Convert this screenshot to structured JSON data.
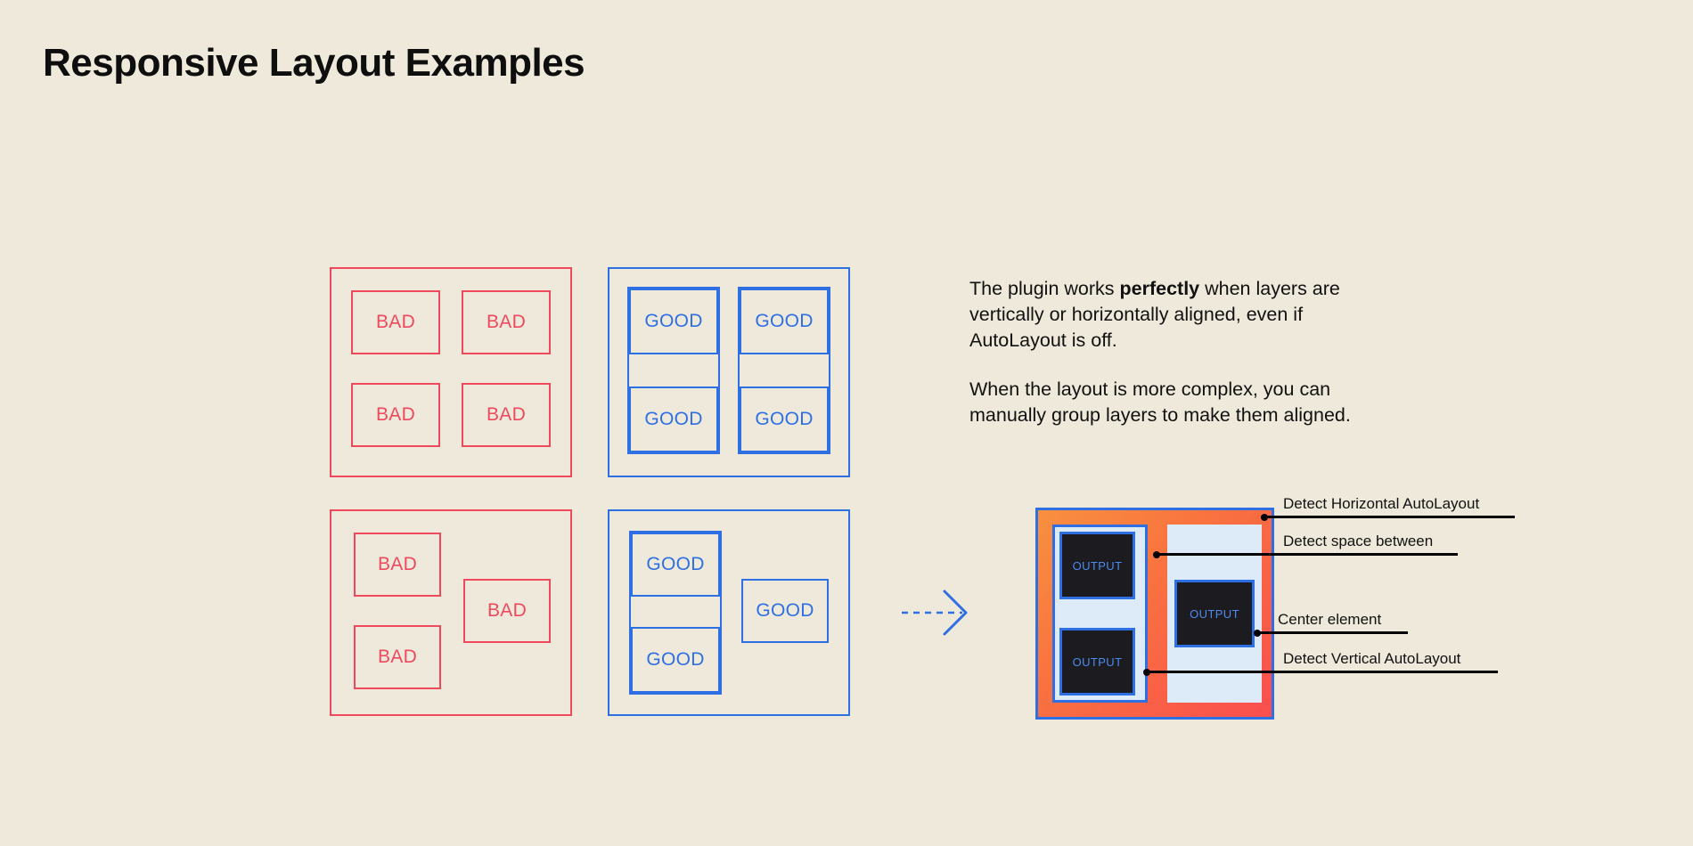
{
  "page": {
    "title": "Responsive Layout Examples",
    "background_color": "#EFE9DB"
  },
  "colors": {
    "bad": "#F0495E",
    "good": "#2F6FE4",
    "text": "#111111",
    "annotation": "#000000",
    "output_box": "#1B1B20",
    "output_text": "#4E8BF0",
    "mockup_gradient_start": "#F8903F",
    "mockup_gradient_end": "#FA4E4E",
    "mockup_column": "#DDEAF8"
  },
  "examples": {
    "bad_label": "BAD",
    "good_label": "GOOD",
    "panels": [
      {
        "name": "bad-grid-aligned",
        "variant": "bad",
        "cells": [
          "BAD",
          "BAD",
          "BAD",
          "BAD"
        ]
      },
      {
        "name": "good-grid-aligned",
        "variant": "good",
        "cells": [
          "GOOD",
          "GOOD",
          "GOOD",
          "GOOD"
        ]
      },
      {
        "name": "bad-complex-layout",
        "variant": "bad",
        "cells": [
          "BAD",
          "BAD",
          "BAD"
        ]
      },
      {
        "name": "good-complex-layout",
        "variant": "good",
        "cells": [
          "GOOD",
          "GOOD",
          "GOOD"
        ]
      }
    ]
  },
  "copy": {
    "paragraph_1_part_1": "The plugin works ",
    "paragraph_1_bold": "perfectly",
    "paragraph_1_part_2": " when layers are vertically or horizontally aligned, even if AutoLayout is off.",
    "paragraph_2": "When the layout is more complex, you can manually group layers to make them aligned."
  },
  "arrow": {
    "icon": "dashed-arrow-right-icon",
    "color": "#2F6FE4",
    "style": "dashed"
  },
  "mockup": {
    "output_label": "OUTPUT",
    "outputs": [
      "OUTPUT",
      "OUTPUT",
      "OUTPUT"
    ],
    "annotations": [
      {
        "name": "detect-horizontal-autolayout",
        "label": "Detect Horizontal AutoLayout"
      },
      {
        "name": "detect-space-between",
        "label": "Detect space between"
      },
      {
        "name": "center-element",
        "label": "Center element"
      },
      {
        "name": "detect-vertical-autolayout",
        "label": "Detect Vertical AutoLayout"
      }
    ]
  }
}
